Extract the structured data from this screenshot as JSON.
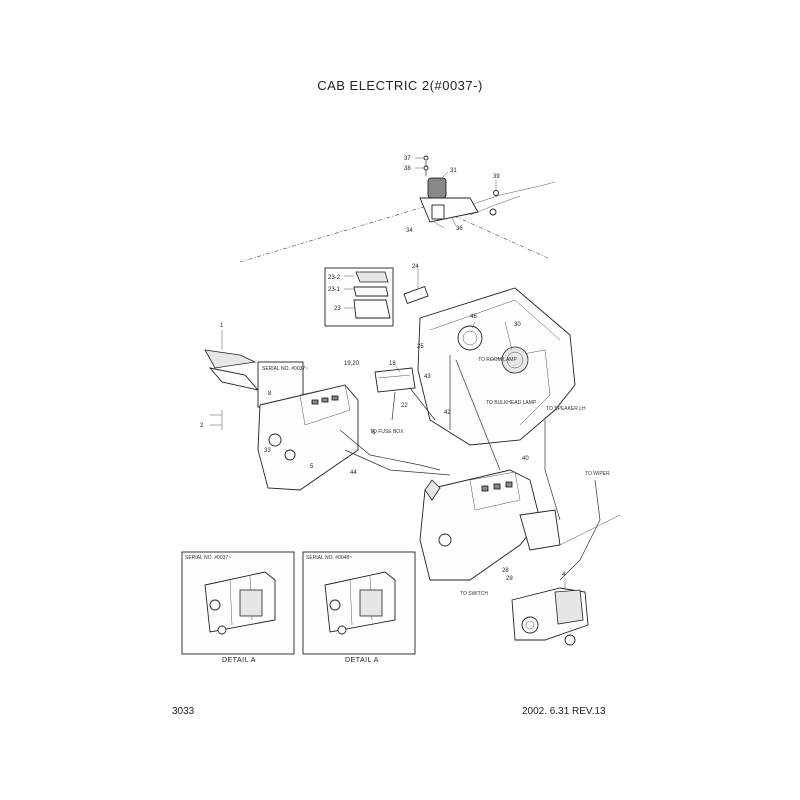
{
  "title": "CAB ELECTRIC 2(#0037-)",
  "footer": {
    "page_number": "3033",
    "date_revision": "2002. 6.31  REV.13"
  },
  "callouts": {
    "c37": "37",
    "c38": "38",
    "c31": "31",
    "c39": "39",
    "c34": "34",
    "c36": "36",
    "c23_2": "23-2",
    "c23_1": "23-1",
    "c23": "23",
    "c24": "24",
    "c1": "1",
    "c2": "2",
    "c8": "8",
    "c25": "25",
    "c46": "46",
    "c30": "30",
    "c19_20": "19,20",
    "c18": "18",
    "c22": "22",
    "c43": "43",
    "c42": "42",
    "c6": "6",
    "c40": "40",
    "c44": "44",
    "c28": "28",
    "c29": "29",
    "c4": "4",
    "c33": "33",
    "c5": "5"
  },
  "notes": {
    "speaker_lh": "TO SPEAKER LH",
    "to_bulkhead_lamp": "TO BULKHEAD LAMP",
    "to_room_lamp": "TO ROOM LAMP",
    "to_fuse_box": "TO FUSE BOX",
    "to_wiper": "TO WIPER",
    "to_switch": "TO SWITCH"
  },
  "details": {
    "left_caption": "DETAIL  A",
    "right_caption": "DETAIL  A",
    "left_serial": "SERIAL NO. #0037~",
    "right_serial": "SERIAL NO. #0048~"
  }
}
